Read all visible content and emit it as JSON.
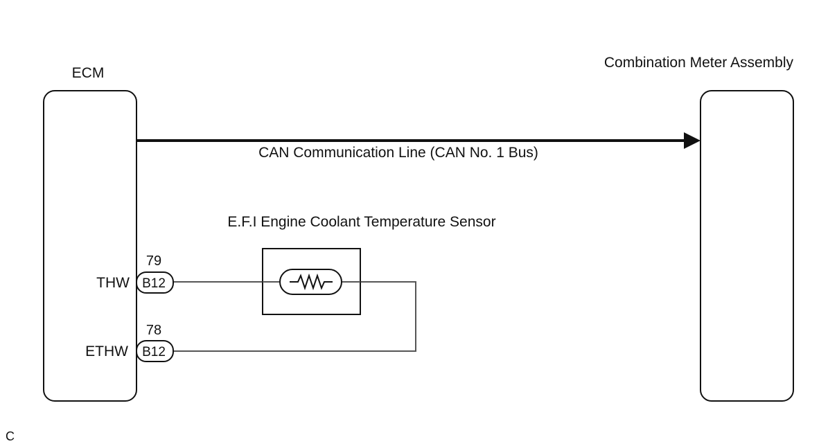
{
  "labels": {
    "ecm": "ECM",
    "meter": "Combination Meter Assembly",
    "can_line": "CAN Communication Line (CAN No. 1 Bus)",
    "sensor": "E.F.I Engine Coolant Temperature Sensor",
    "footer": "C"
  },
  "terminals": [
    {
      "signal": "THW",
      "pin": "79",
      "connector": "B12"
    },
    {
      "signal": "ETHW",
      "pin": "78",
      "connector": "B12"
    }
  ],
  "colors": {
    "line": "#111111",
    "wire": "#555555",
    "background": "#ffffff"
  }
}
